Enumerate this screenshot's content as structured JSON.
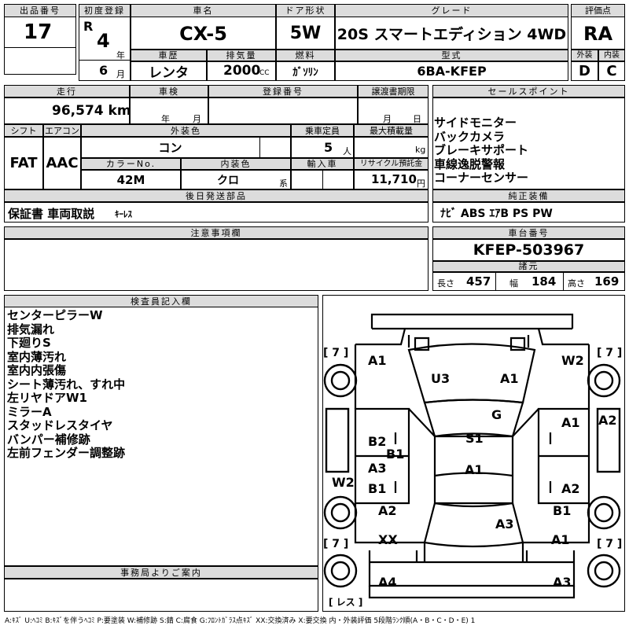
{
  "header": {
    "lot_no_label": "出品番号",
    "lot_no": "17",
    "first_reg_label": "初度登録",
    "era": "R",
    "year": "4",
    "year_unit": "年",
    "month": "6",
    "month_unit": "月",
    "car_name_label": "車名",
    "car_name": "CX-5",
    "car_history_label": "車歴",
    "car_history": "レンタ",
    "displacement_label": "排気量",
    "displacement": "2000",
    "displacement_unit": "CC",
    "door_label": "ドア形状",
    "door": "5W",
    "fuel_label": "燃料",
    "fuel": "ｶﾞｿﾘﾝ",
    "grade_label": "グレード",
    "grade": "20S スマートエディション 4WD",
    "model_label": "型式",
    "model": "6BA-KFEP",
    "score_label": "評価点",
    "score": "RA",
    "exterior_label": "外装",
    "exterior": "D",
    "interior_label": "内装",
    "interior": "C"
  },
  "row2": {
    "mileage_label": "走行",
    "mileage": "96,574 km",
    "inspection_label": "車検",
    "inspection_year": "年",
    "inspection_month": "月",
    "reg_no_label": "登録番号",
    "transfer_label": "譲渡書期限",
    "transfer_month": "月",
    "transfer_day": "日"
  },
  "row3": {
    "shift_label": "シフト",
    "shift": "FAT",
    "ac_label": "エアコン",
    "ac": "AAC",
    "ext_color_label": "外装色",
    "ext_color": "コン",
    "color_no_label": "カラーNo.",
    "color_no": "42M",
    "int_color_label": "内装色",
    "int_color": "クロ",
    "int_color_suffix": "系",
    "capacity_label": "乗車定員",
    "capacity": "5",
    "capacity_unit": "人",
    "max_load_label": "最大積載量",
    "max_load_unit": "kg",
    "import_label": "輸入車",
    "recycle_label": "リサイクル預託金",
    "recycle": "11,710",
    "recycle_unit": "円"
  },
  "sales_points": {
    "label": "セールスポイント",
    "items": [
      "サイドモニター",
      "バックカメラ",
      "ブレーキサポート",
      "車線逸脱警報",
      "コーナーセンサー"
    ]
  },
  "after_parts": {
    "label": "後日発送部品",
    "value_bold": "保証書 車両取説",
    "value_small": "ｷｰﾚｽ"
  },
  "equipment": {
    "label": "純正装備",
    "value": "ﾅﾋﾞ ABS ｴｱB PS PW"
  },
  "caution": {
    "label": "注意事項欄"
  },
  "chassis": {
    "label": "車台番号",
    "value": "KFEP-503967"
  },
  "specs": {
    "label": "諸元",
    "length_label": "長さ",
    "length": "457",
    "width_label": "幅",
    "width": "184",
    "height_label": "高さ",
    "height": "169"
  },
  "inspector": {
    "label": "検査員記入欄",
    "lines": [
      "センターピラーW",
      "排気漏れ",
      "下廻りS",
      "室内薄汚れ",
      "室内内張傷",
      "シート薄汚れ、すれ中",
      "左リヤドアW1",
      "ミラーA",
      "スタッドレスタイヤ",
      "バンパー補修跡",
      "左前フェンダー調整跡"
    ]
  },
  "office": {
    "label": "事務局よりご案内"
  },
  "diagram": {
    "tire_front_left": "[ 7 ]",
    "tire_front_right": "[ 7 ]",
    "tire_rear_left": "[ 7 ]",
    "tire_rear_right": "[ 7 ]",
    "spare": "[ レス ]",
    "marks": {
      "fl_fender": "A1",
      "hood_left": "U3",
      "hood_right": "A1",
      "fr_fender": "W2",
      "windshield": "G",
      "right_mirror": "A1",
      "right_side_far": "A2",
      "left_front_door": "B2",
      "left_pillar": "B1",
      "roof": "S1",
      "left_rear_door": "A3",
      "left_side_far": "W2",
      "left_rear_door2": "B1",
      "rear_roof": "A1",
      "right_rear_door": "A2",
      "left_rear_fender": "A2",
      "rear_glass": "A3",
      "right_rear_fender": "B1",
      "trunk_left": "XX",
      "trunk_right": "A1",
      "rear_bumper_left": "A4",
      "rear_bumper_right": "A3"
    }
  },
  "legend": "A:ｷｽﾞ U:ﾍｺﾐ B:ｷｽﾞを伴うﾍｺﾐ P:要塗装 W:補修跡 S:錆 C:腐食 G:ﾌﾛﾝﾄｶﾞﾗｽ点ｷｽﾞ XX:交換済み X:要交換 内・外装評価 5段階ﾗﾝｸ順(A・B・C・D・E) 1"
}
